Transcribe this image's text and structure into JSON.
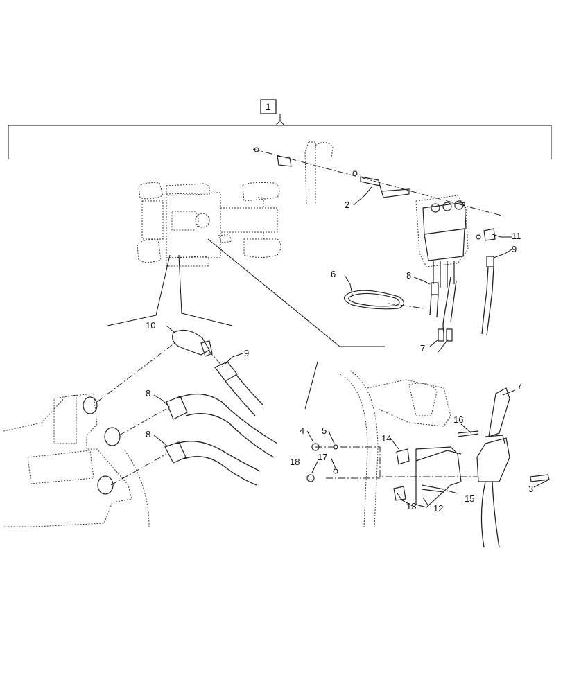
{
  "callouts": {
    "c1": "1",
    "c2": "2",
    "c3": "3",
    "c4": "4",
    "c5": "5",
    "c6": "6",
    "c7a": "7",
    "c7b": "7",
    "c8a": "8",
    "c8b": "8",
    "c8c": "8",
    "c9a": "9",
    "c9b": "9",
    "c10": "10",
    "c11": "11",
    "c12": "12",
    "c13": "13",
    "c14": "14",
    "c15": "15",
    "c16": "16",
    "c17": "17",
    "c18": "18"
  }
}
